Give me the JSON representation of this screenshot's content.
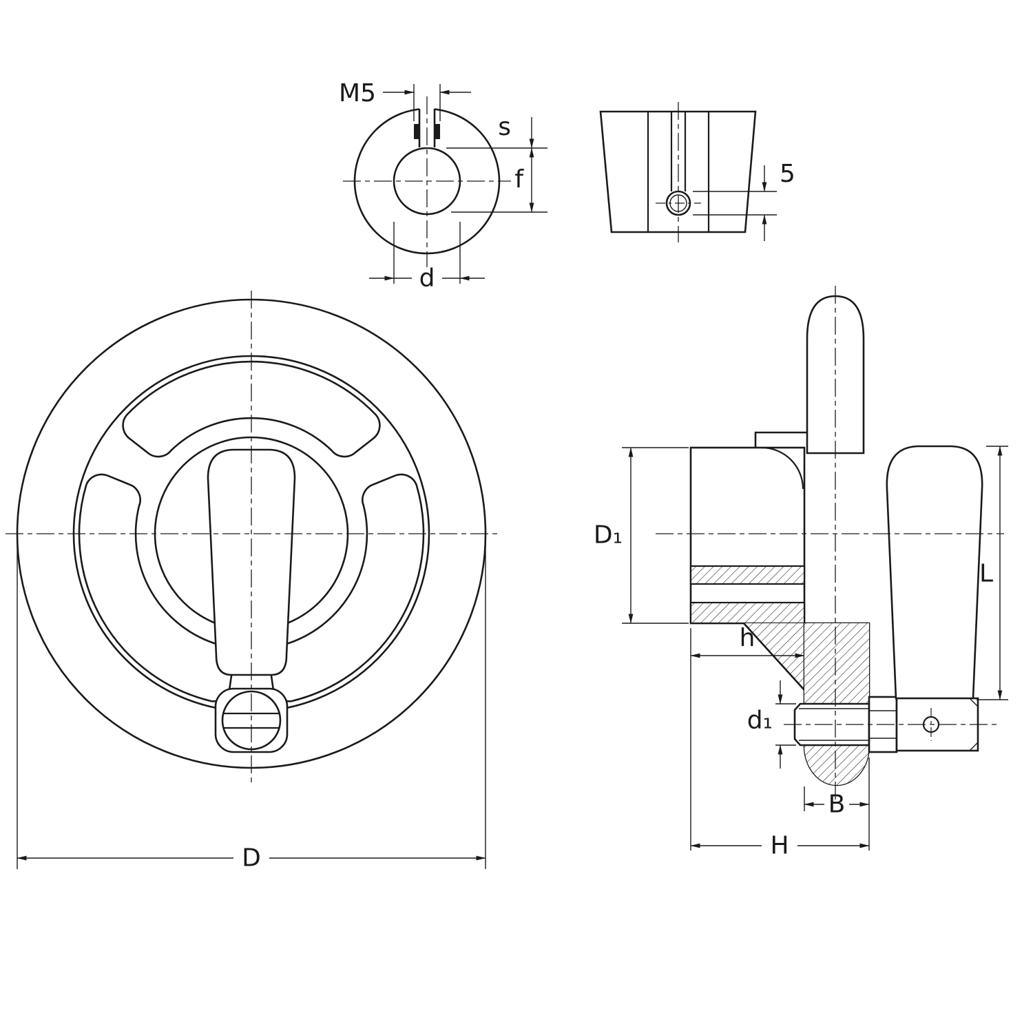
{
  "drawing": {
    "background": "#ffffff",
    "line_color": "#1a1a1a",
    "views": {
      "collar_front": {
        "labels": {
          "thread": "M5",
          "slot": "s",
          "offset": "f",
          "bore": "d"
        }
      },
      "collar_side": {
        "labels": {
          "hole_diameter": "5"
        }
      },
      "wheel_front": {
        "labels": {
          "outer_diameter": "D"
        }
      },
      "wheel_side": {
        "labels": {
          "hub_diameter": "D₁",
          "handle_length": "L",
          "hub_depth": "h",
          "handle_shaft": "d₁",
          "boss_width": "B",
          "total_height": "H"
        }
      }
    }
  }
}
